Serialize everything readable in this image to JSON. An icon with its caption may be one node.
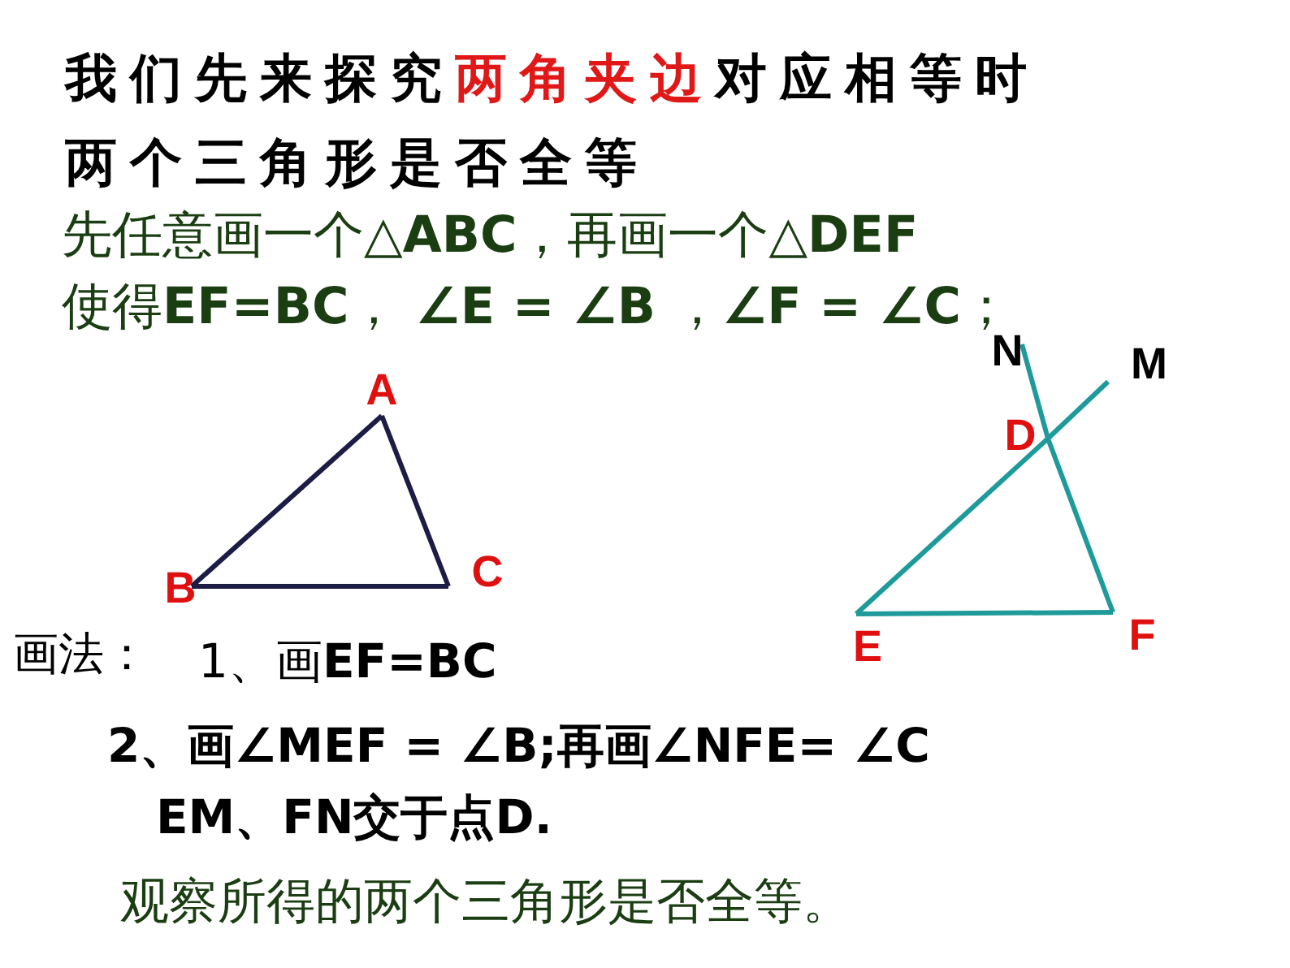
{
  "diagram": {
    "nodes": [
      {
        "text": [
          "A"
        ]
      },
      {
        "text": [
          "B"
        ]
      },
      {
        "text": [
          "C"
        ]
      },
      {
        "text": [
          "N"
        ]
      },
      {
        "text": [
          "M"
        ]
      },
      {
        "text": [
          "D"
        ]
      },
      {
        "text": [
          "E"
        ]
      },
      {
        "text": [
          "F"
        ]
      }
    ],
    "edges": [
      {
        "from": 0,
        "to": 1,
        "arrow": "none",
        "color": "#1c1c45"
      },
      {
        "from": 1,
        "to": 2,
        "arrow": "none",
        "color": "#1c1c45"
      },
      {
        "from": 2,
        "to": 0,
        "arrow": "none",
        "color": "#1c1c45"
      },
      {
        "from": 6,
        "to": 7,
        "arrow": "none",
        "color": "#1f9a9a"
      },
      {
        "from": 6,
        "to": 5,
        "arrow": "none",
        "color": "#1f9a9a"
      },
      {
        "from": 5,
        "to": 4,
        "arrow": "none",
        "color": "#1f9a9a"
      },
      {
        "from": 7,
        "to": 5,
        "arrow": "none",
        "color": "#1f9a9a"
      },
      {
        "from": 5,
        "to": 3,
        "arrow": "none",
        "color": "#1f9a9a"
      }
    ],
    "labels": [
      "我们先来探究",
      "两角夹边",
      "对应相等时两个三角形是否全等",
      "先任意画一个**△ABC**，再画一个**△DEF**",
      "使得**EF=BC**， **∠E = ∠B** ，**∠F = ∠C**；",
      "画法：",
      "1、画**EF=BC**",
      "2、画∠MEF = ∠B;再画∠NFE= ∠C",
      "EM、FN交于点D.",
      "观察所得的两个三角形是否全等。"
    ]
  }
}
